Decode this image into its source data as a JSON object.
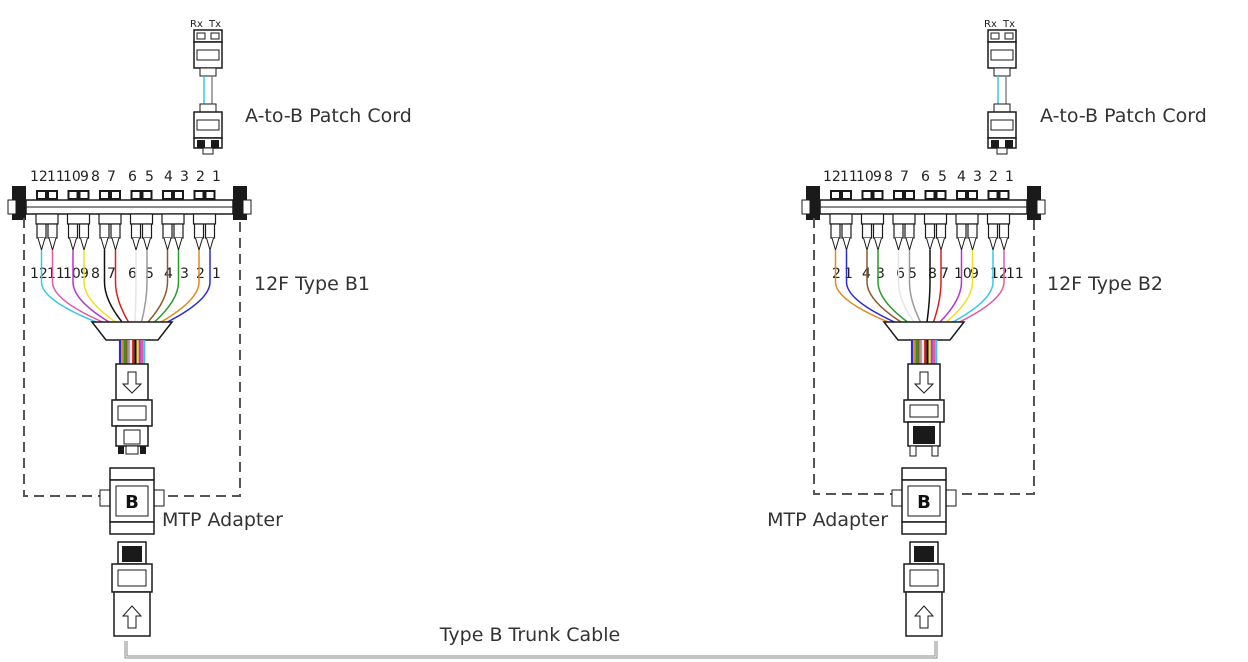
{
  "colors": {
    "fibers": [
      "#2b2bd6",
      "#e08a1f",
      "#2a9a2a",
      "#8b5a2b",
      "#9a9a9a",
      "#e6e6e6",
      "#d81f1f",
      "#111111",
      "#f0e020",
      "#b536c8",
      "#e05aa8",
      "#35c8e8"
    ],
    "outline": "#1a1a1a",
    "dash": "#555555",
    "cable": "#888888"
  },
  "left": {
    "patch_cord": {
      "rx": "Rx",
      "tx": "Tx",
      "label": "A-to-B Patch Cord"
    },
    "port_numbers": [
      "12",
      "11",
      "10",
      "9",
      "8",
      "7",
      "6",
      "5",
      "4",
      "3",
      "2",
      "1"
    ],
    "fiber_numbers": [
      "12",
      "11",
      "10",
      "9",
      "8",
      "7",
      "6",
      "5",
      "4",
      "3",
      "2",
      "1"
    ],
    "module_label": "12F Type B1",
    "adapter_label": "MTP Adapter",
    "adapter_letter": "B"
  },
  "right": {
    "patch_cord": {
      "rx": "Rx",
      "tx": "Tx",
      "label": "A-to-B Patch Cord"
    },
    "port_numbers": [
      "12",
      "11",
      "10",
      "9",
      "8",
      "7",
      "6",
      "5",
      "4",
      "3",
      "2",
      "1"
    ],
    "fiber_numbers": [
      "2",
      "1",
      "4",
      "3",
      "6",
      "5",
      "8",
      "7",
      "10",
      "9",
      "12",
      "11"
    ],
    "module_label": "12F Type B2",
    "adapter_label": "MTP Adapter",
    "adapter_letter": "B"
  },
  "trunk_label": "Type B Trunk Cable"
}
